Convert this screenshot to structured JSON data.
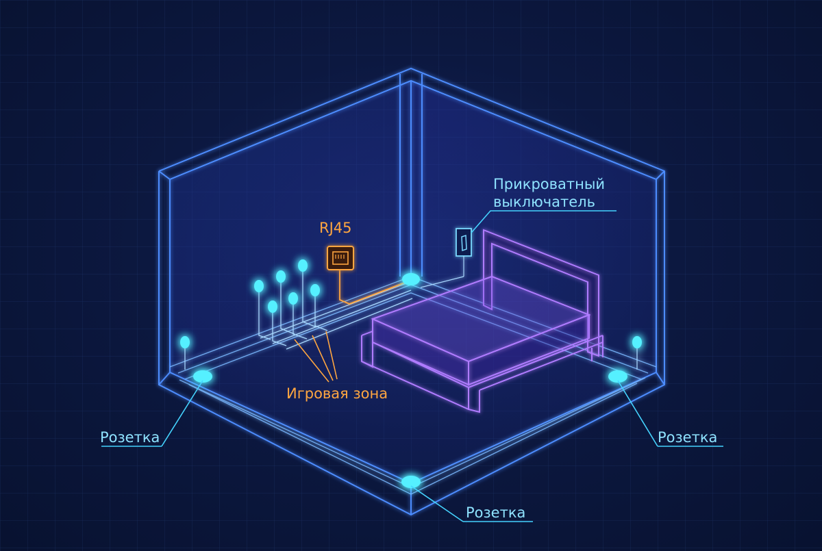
{
  "labels": {
    "bedside_switch_line1": "Прикроватный",
    "bedside_switch_line2": "выключатель",
    "rj45": "RJ45",
    "gaming_zone": "Игровая зона",
    "outlet_left": "Розетка",
    "outlet_right": "Розетка",
    "outlet_bottom": "Розетка"
  },
  "colors": {
    "background": "#0a1430",
    "wall_line": "#4d8dff",
    "wire": "#9ad0ff",
    "outlet_glow": "#55f0ff",
    "bed_line": "#b07cff",
    "rj45_accent": "#ffa640",
    "label_text": "#8fe3ff",
    "leader_line": "#45d4ff"
  }
}
